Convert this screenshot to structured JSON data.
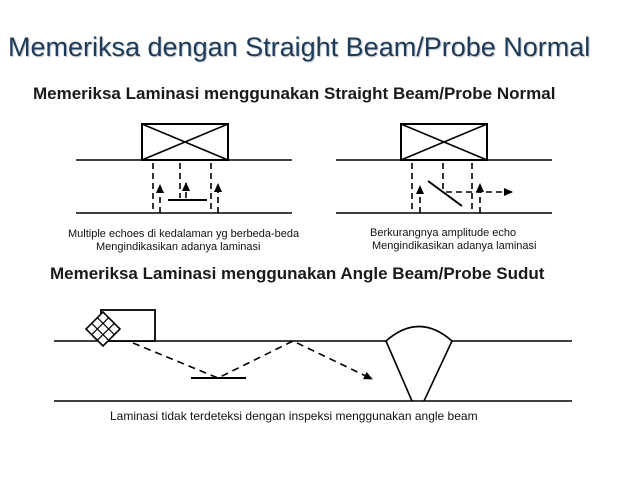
{
  "slide": {
    "title": "Memeriksa dengan Straight Beam/Probe Normal"
  },
  "section1": {
    "heading": "Memeriksa Laminasi menggunakan Straight Beam/Probe Normal",
    "left_caption_line1": "Multiple echoes di kedalaman yg berbeda-beda",
    "left_caption_line2": "Mengindikasikan adanya laminasi",
    "right_caption_line1": "Berkurangnya amplitude echo",
    "right_caption_line2": "Mengindikasikan adanya laminasi"
  },
  "section2": {
    "heading": "Memeriksa Laminasi menggunakan Angle Beam/Probe Sudut",
    "caption": "Laminasi tidak terdeteksi dengan inspeksi menggunakan angle beam"
  }
}
